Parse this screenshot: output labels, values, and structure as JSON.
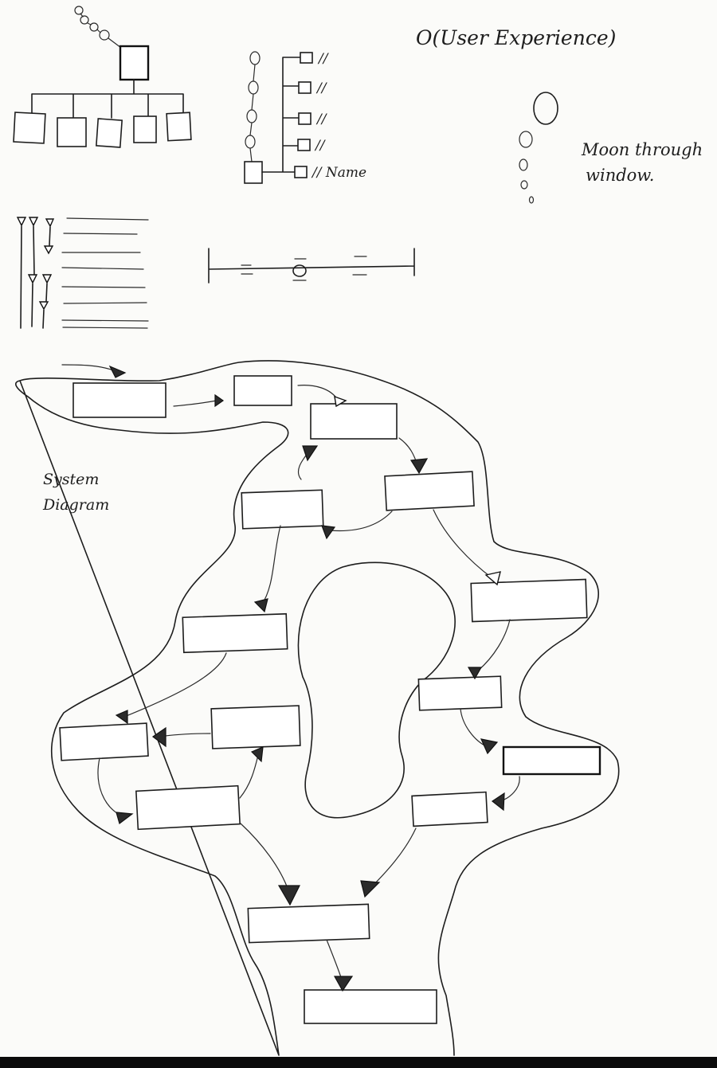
{
  "title": "O(User Experience)",
  "annotations": {
    "moon_line1": "Moon through",
    "moon_line2": "window.",
    "system_line1": "System",
    "system_line2": "Diagram",
    "list_slash": "//",
    "list_last": "// Name"
  },
  "colors": {
    "ink": "#1d1d1d",
    "paper": "#fbfbf9",
    "arrow_fill": "#2b2b2b",
    "scan_border": "#0b0b0b"
  },
  "icons": {
    "arrowhead_filled": "filled-triangle-arrow-icon",
    "arrowhead_open": "open-triangle-arrow-icon",
    "circle_node": "circle-node-icon",
    "square_node": "square-node-icon"
  }
}
